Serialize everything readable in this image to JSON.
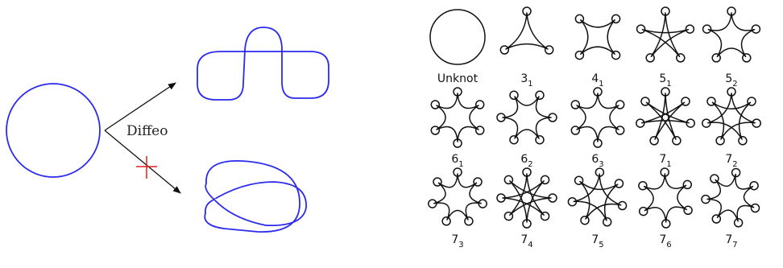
{
  "figure": {
    "left_panel": {
      "arrow_label": "Diffeo",
      "invalid_marker_color": "#e02020",
      "curve_color": "#2a2af0"
    },
    "knot_table": {
      "knots": [
        {
          "id": "unknot",
          "name": "Unknot",
          "sub": ""
        },
        {
          "id": "3_1",
          "name": "3",
          "sub": "1"
        },
        {
          "id": "4_1",
          "name": "4",
          "sub": "1"
        },
        {
          "id": "5_1",
          "name": "5",
          "sub": "1"
        },
        {
          "id": "5_2",
          "name": "5",
          "sub": "2"
        },
        {
          "id": "6_1",
          "name": "6",
          "sub": "1"
        },
        {
          "id": "6_2",
          "name": "6",
          "sub": "2"
        },
        {
          "id": "6_3",
          "name": "6",
          "sub": "3"
        },
        {
          "id": "7_1",
          "name": "7",
          "sub": "1"
        },
        {
          "id": "7_2",
          "name": "7",
          "sub": "2"
        },
        {
          "id": "7_3",
          "name": "7",
          "sub": "3"
        },
        {
          "id": "7_4",
          "name": "7",
          "sub": "4"
        },
        {
          "id": "7_5",
          "name": "7",
          "sub": "5"
        },
        {
          "id": "7_6",
          "name": "7",
          "sub": "6"
        },
        {
          "id": "7_7",
          "name": "7",
          "sub": "7"
        }
      ]
    }
  }
}
